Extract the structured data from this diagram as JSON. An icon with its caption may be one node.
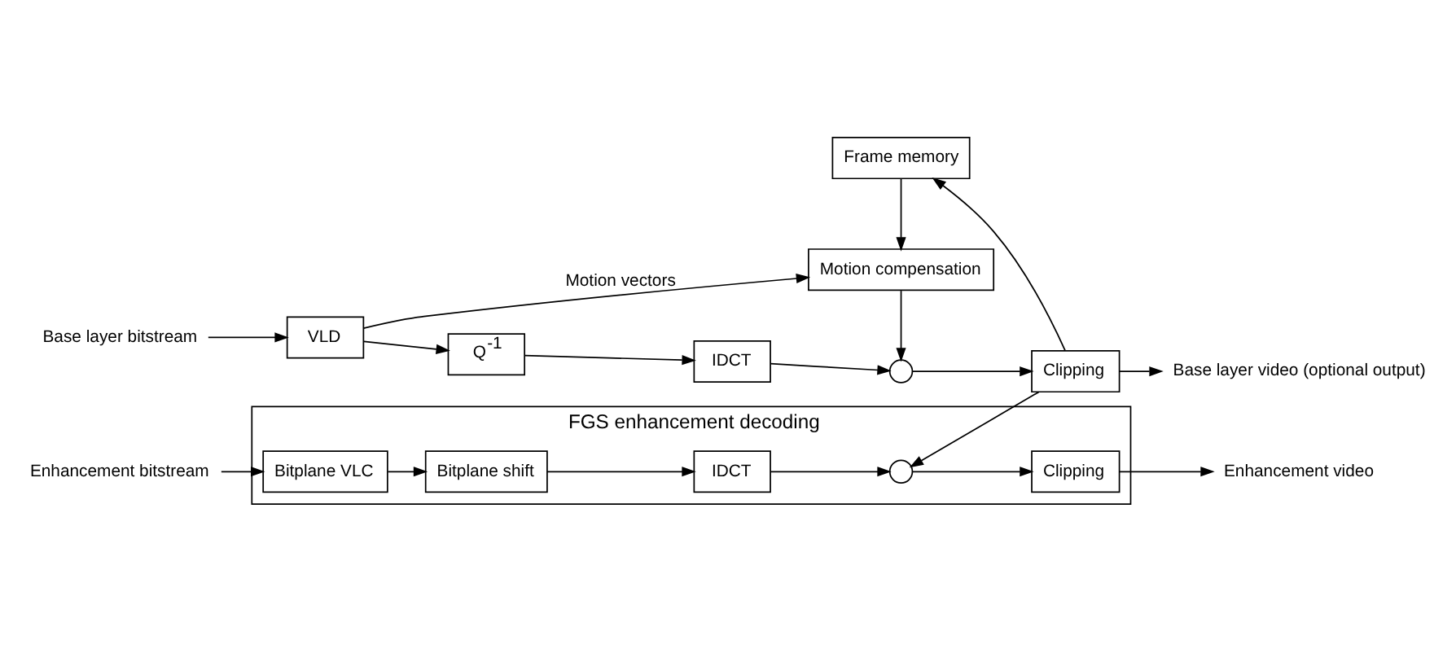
{
  "diagram": {
    "nodes": [
      {
        "text": [
          "FGS enhancement decoding"
        ]
      },
      {
        "text": [
          "Enhancement bitstream"
        ]
      },
      {
        "text": [
          "Bitplane VLC"
        ],
        "in": 0
      },
      {
        "text": [
          "Bitplane shift"
        ],
        "in": 0
      },
      {
        "text": [
          "IDCT"
        ],
        "in": 0
      },
      {
        "text": [],
        "shape": "circle",
        "in": 0
      },
      {
        "text": [
          "Clipping"
        ],
        "in": 0
      },
      {
        "text": [
          "Enhancement video"
        ]
      },
      {
        "text": [
          "Base layer bitstream"
        ]
      },
      {
        "text": [
          "VLD"
        ]
      },
      {
        "text": [
          "Q$^{-1}$"
        ]
      },
      {
        "text": [
          "IDCT"
        ]
      },
      {
        "text": [],
        "shape": "circle"
      },
      {
        "text": [
          "Clipping"
        ]
      },
      {
        "text": [
          "Base layer video (optional output)"
        ]
      },
      {
        "text": [
          "Motion compensation"
        ]
      },
      {
        "text": [
          "Frame memory"
        ]
      }
    ],
    "edges": [
      {
        "from": 1,
        "to": 2,
        "arrow": "to"
      },
      {
        "from": 2,
        "to": 3,
        "arrow": "to"
      },
      {
        "from": 3,
        "to": 4,
        "arrow": "to"
      },
      {
        "from": 4,
        "to": 5,
        "arrow": "to"
      },
      {
        "from": 5,
        "to": 6,
        "arrow": "to"
      },
      {
        "from": 6,
        "to": 7,
        "arrow": "to"
      },
      {
        "from": 8,
        "to": 9,
        "arrow": "to"
      },
      {
        "from": 9,
        "to": 10,
        "arrow": "to"
      },
      {
        "from": 10,
        "to": 11,
        "arrow": "to"
      },
      {
        "from": 11,
        "to": 12,
        "arrow": "to"
      },
      {
        "from": 12,
        "to": 13,
        "arrow": "to"
      },
      {
        "from": 13,
        "to": 14,
        "arrow": "to"
      },
      {
        "from": 9,
        "to": 15,
        "arrow": "to",
        "label": "Motion vectors"
      },
      {
        "from": 15,
        "to": 12,
        "arrow": "to"
      },
      {
        "from": 16,
        "to": 15,
        "arrow": "to"
      },
      {
        "from": 13,
        "to": 16,
        "arrow": "to"
      },
      {
        "from": 13,
        "to": 5,
        "arrow": "to"
      }
    ]
  }
}
